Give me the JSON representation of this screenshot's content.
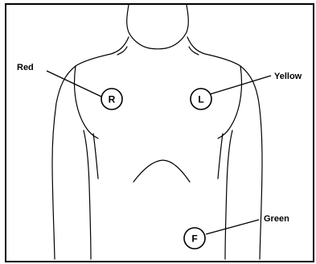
{
  "diagram": {
    "electrodes": [
      {
        "id": "red",
        "letter": "R",
        "color_label": "Red"
      },
      {
        "id": "yellow",
        "letter": "L",
        "color_label": "Yellow"
      },
      {
        "id": "green",
        "letter": "F",
        "color_label": "Green"
      }
    ]
  }
}
